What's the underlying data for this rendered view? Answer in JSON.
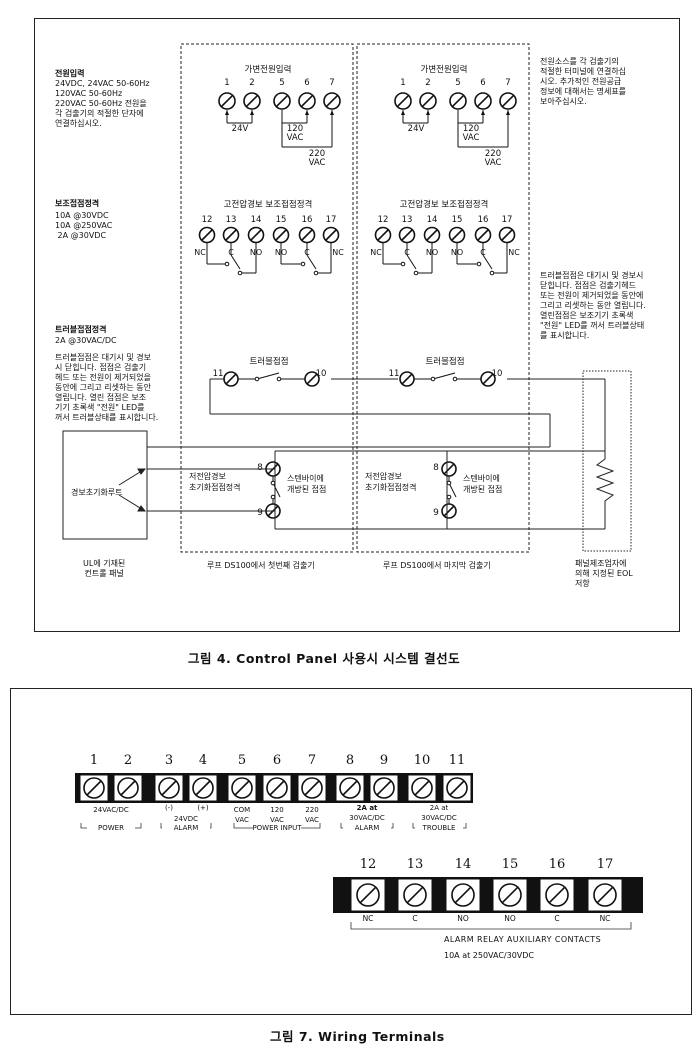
{
  "fig4": {
    "caption": "그림 4.  Control  Panel  사용시  시스템  결선도",
    "left_notes": {
      "power_title": "전원입력",
      "power_lines": [
        "24VDC, 24VAC 50-60Hz",
        "120VAC 50-60Hz",
        "220VAC 50-60Hz 전원을",
        "각 검출기의 적절한 단자에",
        "연결하십시오."
      ],
      "aux_title": "보조접점정격",
      "aux_lines": [
        "10A @30VDC",
        "10A @250VAC",
        " 2A @30VDC"
      ],
      "trouble_title": "트러블접점정격",
      "trouble_lines": [
        "2A @30VAC/DC"
      ],
      "trouble_desc": [
        "트러블접점은 대기시 및 경보",
        "시 닫힙니다. 접점은 검출기",
        "헤드 또는 전원이 제거되었을",
        "동안에 그리고 리셋하는 동안",
        "열립니다. 열린 접점은 보조",
        "기기 초록색 \"전원\" LED를",
        "꺼서 트러블상태를 표시합니다."
      ]
    },
    "right_notes": {
      "power_desc": [
        "전원소스를 각 검출기의",
        "적절한 터미널에 연결하십",
        "시오. 추가적인 전원공급",
        "정보에 대해서는 명세표를",
        "보아주십시오."
      ],
      "trouble_desc": [
        "트러블접점은 대기시 및 경보시",
        "닫힙니다. 접점은 검출기헤드",
        "또는 전원이 제거되었을 동안에",
        "그리고 리셋하는 동안 열립니다.",
        "열린접점은 보조기기 초록색",
        "\"전원\" LED를 꺼서 트러블상태",
        "를 표시합니다."
      ]
    },
    "detector": {
      "power_input_title": "가변전원입력",
      "power_terms": [
        "1",
        "2",
        "5",
        "6",
        "7"
      ],
      "label_24v": "24V",
      "label_120": "120",
      "label_220": "220",
      "label_vac": "VAC",
      "relay_title": "고전압경보 보조접점정격",
      "relay_terms": [
        "12",
        "13",
        "14",
        "15",
        "16",
        "17"
      ],
      "relay_labels": [
        "NC",
        "C",
        "NO",
        "NO",
        "C",
        "NC"
      ],
      "trouble_title": "트러블접점",
      "term_11": "11",
      "term_10": "10",
      "term_8": "8",
      "term_9": "9",
      "alarm_contact": [
        "저전압경보",
        "초기화접점정격"
      ],
      "standby_open": [
        "스텐바이에",
        "개방된 접점"
      ]
    },
    "first_detector_label": "루프 DS100에서 첫번째 검출기",
    "last_detector_label": "루프 DS100에서 마지막 검출기",
    "panel_box_label": "경보초기화루트",
    "panel_label": [
      "UL에 기재된",
      "컨트롤 패널"
    ],
    "eol_label": [
      "패널제조업자에",
      "의해 지정된 EOL",
      "저항"
    ]
  },
  "fig7": {
    "caption": "그림 7.  Wiring  Terminals",
    "top_numbers": [
      "1",
      "2",
      "3",
      "4",
      "5",
      "6",
      "7",
      "8",
      "9",
      "10",
      "11"
    ],
    "top_sub": {
      "t12": "24VAC/DC",
      "t3": "(-)",
      "t4": "(+)",
      "t34": "24VDC",
      "t5": [
        "COM",
        "VAC"
      ],
      "t6": [
        "120",
        "VAC"
      ],
      "t7": [
        "220",
        "VAC"
      ],
      "t89": [
        "2A at",
        "30VAC/DC"
      ],
      "t1011": [
        "2A at",
        "30VAC/DC"
      ]
    },
    "groups": [
      "POWER",
      "ALARM",
      "POWER INPUT",
      "ALARM",
      "TROUBLE"
    ],
    "bottom_numbers": [
      "12",
      "13",
      "14",
      "15",
      "16",
      "17"
    ],
    "bottom_labels": [
      "NC",
      "C",
      "NO",
      "NO",
      "C",
      "NC"
    ],
    "bottom_title": "ALARM RELAY AUXILIARY CONTACTS",
    "bottom_rating": "10A at 250VAC/30VDC"
  }
}
